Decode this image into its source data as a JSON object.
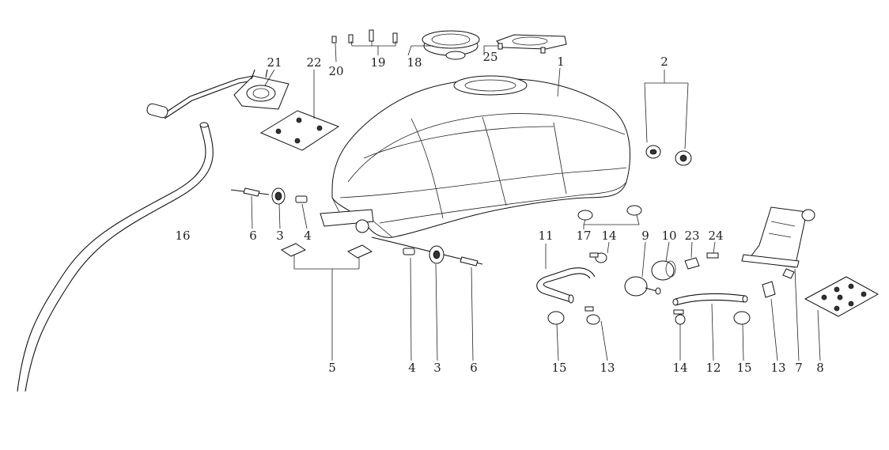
{
  "diagram": {
    "labels": {
      "l1": "1",
      "l2": "2",
      "l3a": "3",
      "l3b": "3",
      "l4a": "4",
      "l4b": "4",
      "l5": "5",
      "l6a": "6",
      "l6b": "6",
      "l7": "7",
      "l8": "8",
      "l9": "9",
      "l10": "10",
      "l11": "11",
      "l12": "12",
      "l13a": "13",
      "l13b": "13",
      "l14a": "14",
      "l14b": "14",
      "l15a": "15",
      "l15b": "15",
      "l16": "16",
      "l17": "17",
      "l18": "18",
      "l19": "19",
      "l20": "20",
      "l21": "21",
      "l22": "22",
      "l23": "23",
      "l24": "24",
      "l25": "25"
    }
  }
}
